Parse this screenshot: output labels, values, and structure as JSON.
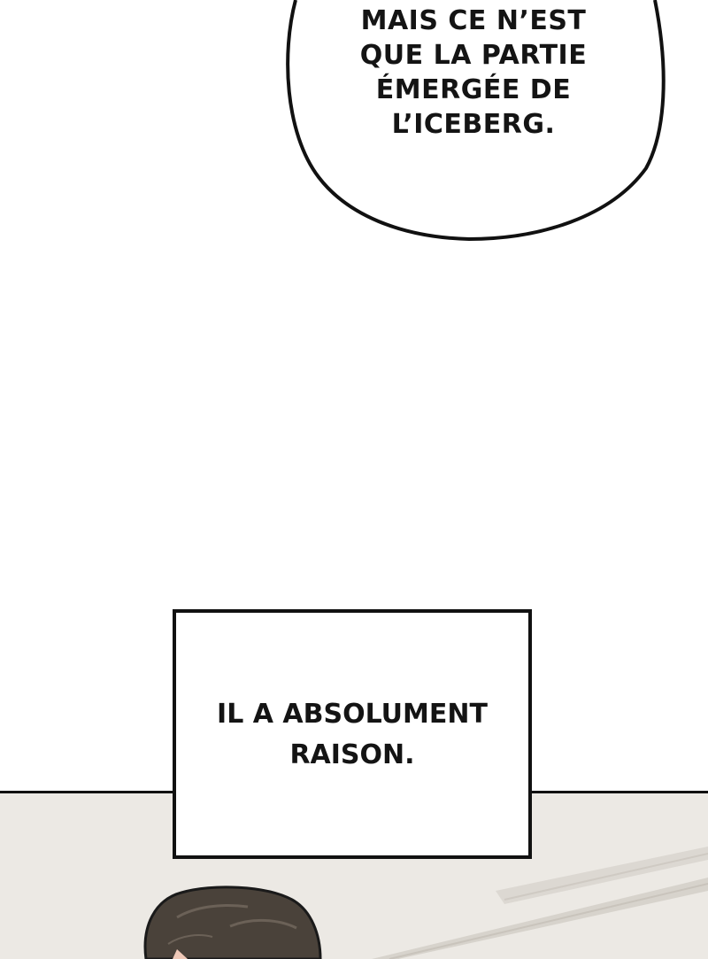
{
  "speech_bubble": {
    "lines": [
      "MAIS CE N’EST",
      "QUE LA PARTIE",
      "ÉMERGÉE DE",
      "L’ICEBERG."
    ]
  },
  "caption_box": {
    "lines": [
      "IL A ABSOLUMENT",
      "RAISON."
    ]
  },
  "colors": {
    "ink": "#141414",
    "background": "#ffffff",
    "panel_background": "#ece9e4",
    "hair": "#4a423a"
  }
}
